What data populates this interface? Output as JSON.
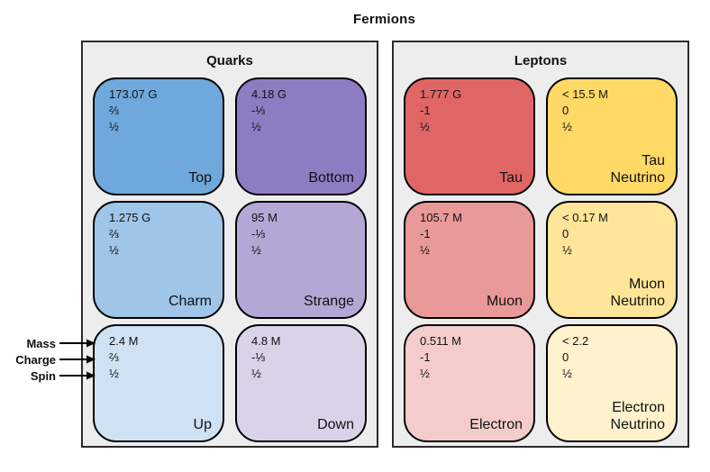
{
  "title": "Fermions",
  "pointer_labels": {
    "mass": "Mass",
    "charge": "Charge",
    "spin": "Spin"
  },
  "groups": [
    {
      "name": "Quarks",
      "particles": [
        {
          "mass": "173.07 G",
          "charge": "⅔",
          "spin": "½",
          "name": "Top",
          "color": "#6FA8DC"
        },
        {
          "mass": "4.18 G",
          "charge": "-⅓",
          "spin": "½",
          "name": "Bottom",
          "color": "#8E7CC3"
        },
        {
          "mass": "1.275 G",
          "charge": "⅔",
          "spin": "½",
          "name": "Charm",
          "color": "#9FC5E8"
        },
        {
          "mass": "95 M",
          "charge": "-⅓",
          "spin": "½",
          "name": "Strange",
          "color": "#B4A7D6"
        },
        {
          "mass": "2.4 M",
          "charge": "⅔",
          "spin": "½",
          "name": "Up",
          "color": "#CFE2F3"
        },
        {
          "mass": "4.8 M",
          "charge": "-⅓",
          "spin": "½",
          "name": "Down",
          "color": "#D9D2E9"
        }
      ]
    },
    {
      "name": "Leptons",
      "particles": [
        {
          "mass": "1.777 G",
          "charge": "-1",
          "spin": "½",
          "name": "Tau",
          "color": "#E06666"
        },
        {
          "mass": "< 15.5 M",
          "charge": "0",
          "spin": "½",
          "name": "Tau\nNeutrino",
          "color": "#FFD966"
        },
        {
          "mass": "105.7 M",
          "charge": "-1",
          "spin": "½",
          "name": "Muon",
          "color": "#EA9999"
        },
        {
          "mass": "< 0.17 M",
          "charge": "0",
          "spin": "½",
          "name": "Muon\nNeutrino",
          "color": "#FFE599"
        },
        {
          "mass": "0.511 M",
          "charge": "-1",
          "spin": "½",
          "name": "Electron",
          "color": "#F4CCCC"
        },
        {
          "mass": "< 2.2",
          "charge": "0",
          "spin": "½",
          "name": "Electron\nNeutrino",
          "color": "#FFF2CC"
        }
      ]
    }
  ],
  "colors": {
    "group_background": "#ededed",
    "group_border": "#2b2b2b",
    "card_border": "#000000",
    "quark_up_type": "#6FA8DC",
    "quark_down_type": "#8E7CC3",
    "lepton_charged": "#E06666",
    "lepton_neutrino": "#FFD966"
  }
}
